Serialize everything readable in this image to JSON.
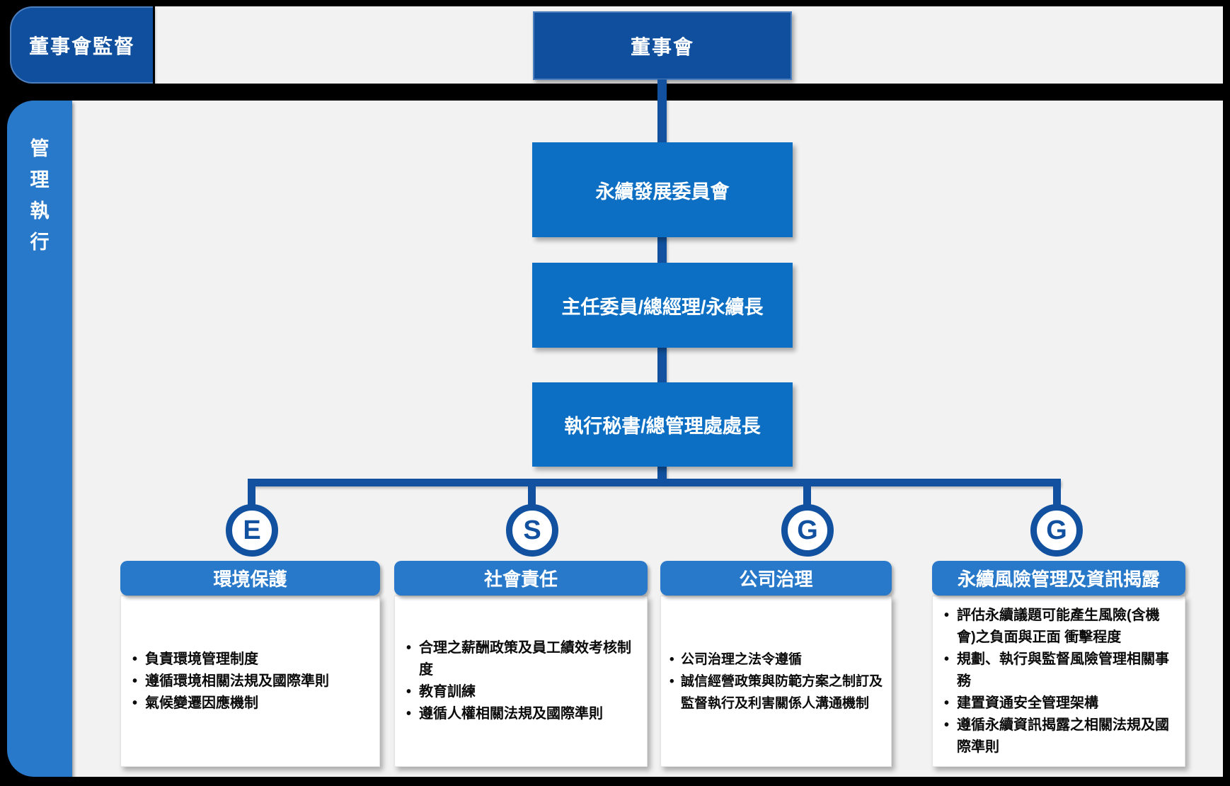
{
  "colors": {
    "background": "#000000",
    "panel_gray": "#f2f2f2",
    "dark_navy": "#0f4f9e",
    "medium_blue": "#0d6fc3",
    "light_blue": "#2879ca",
    "line_blue": "#11519f",
    "text_white": "#ffffff",
    "text_black": "#0b0b0b"
  },
  "supervision": {
    "label": "董事會監督"
  },
  "board": {
    "label": "董事會"
  },
  "management": {
    "label": "管理執行",
    "chars": [
      "管",
      "理",
      "執",
      "行"
    ]
  },
  "chain": [
    {
      "label": "永續發展委員會"
    },
    {
      "label": "主任委員/總經理/永續長"
    },
    {
      "label": "執行秘書/總管理處處長"
    }
  ],
  "pillars": [
    {
      "letter": "E",
      "title": "環境保護",
      "bullets": [
        "負責環境管理制度",
        "遵循環境相關法規及國際準則",
        "氣候變遷因應機制"
      ]
    },
    {
      "letter": "S",
      "title": "社會責任",
      "bullets": [
        "合理之薪酬政策及員工績效考核制度",
        "教育訓練",
        "遵循人權相關法規及國際準則"
      ]
    },
    {
      "letter": "G",
      "title": "公司治理",
      "bullets": [
        "公司治理之法令遵循",
        "誠信經營政策與防範方案之制訂及監督執行及利害關係人溝通機制"
      ]
    },
    {
      "letter": "G",
      "title": "永續風險管理及資訊揭露",
      "bullets": [
        "評估永續議題可能產生風險(含機會)之負面與正面 衝擊程度",
        "規劃、執行與監督風險管理相關事務",
        "建置資通安全管理架構",
        "遵循永續資訊揭露之相關法規及國際準則"
      ]
    }
  ]
}
